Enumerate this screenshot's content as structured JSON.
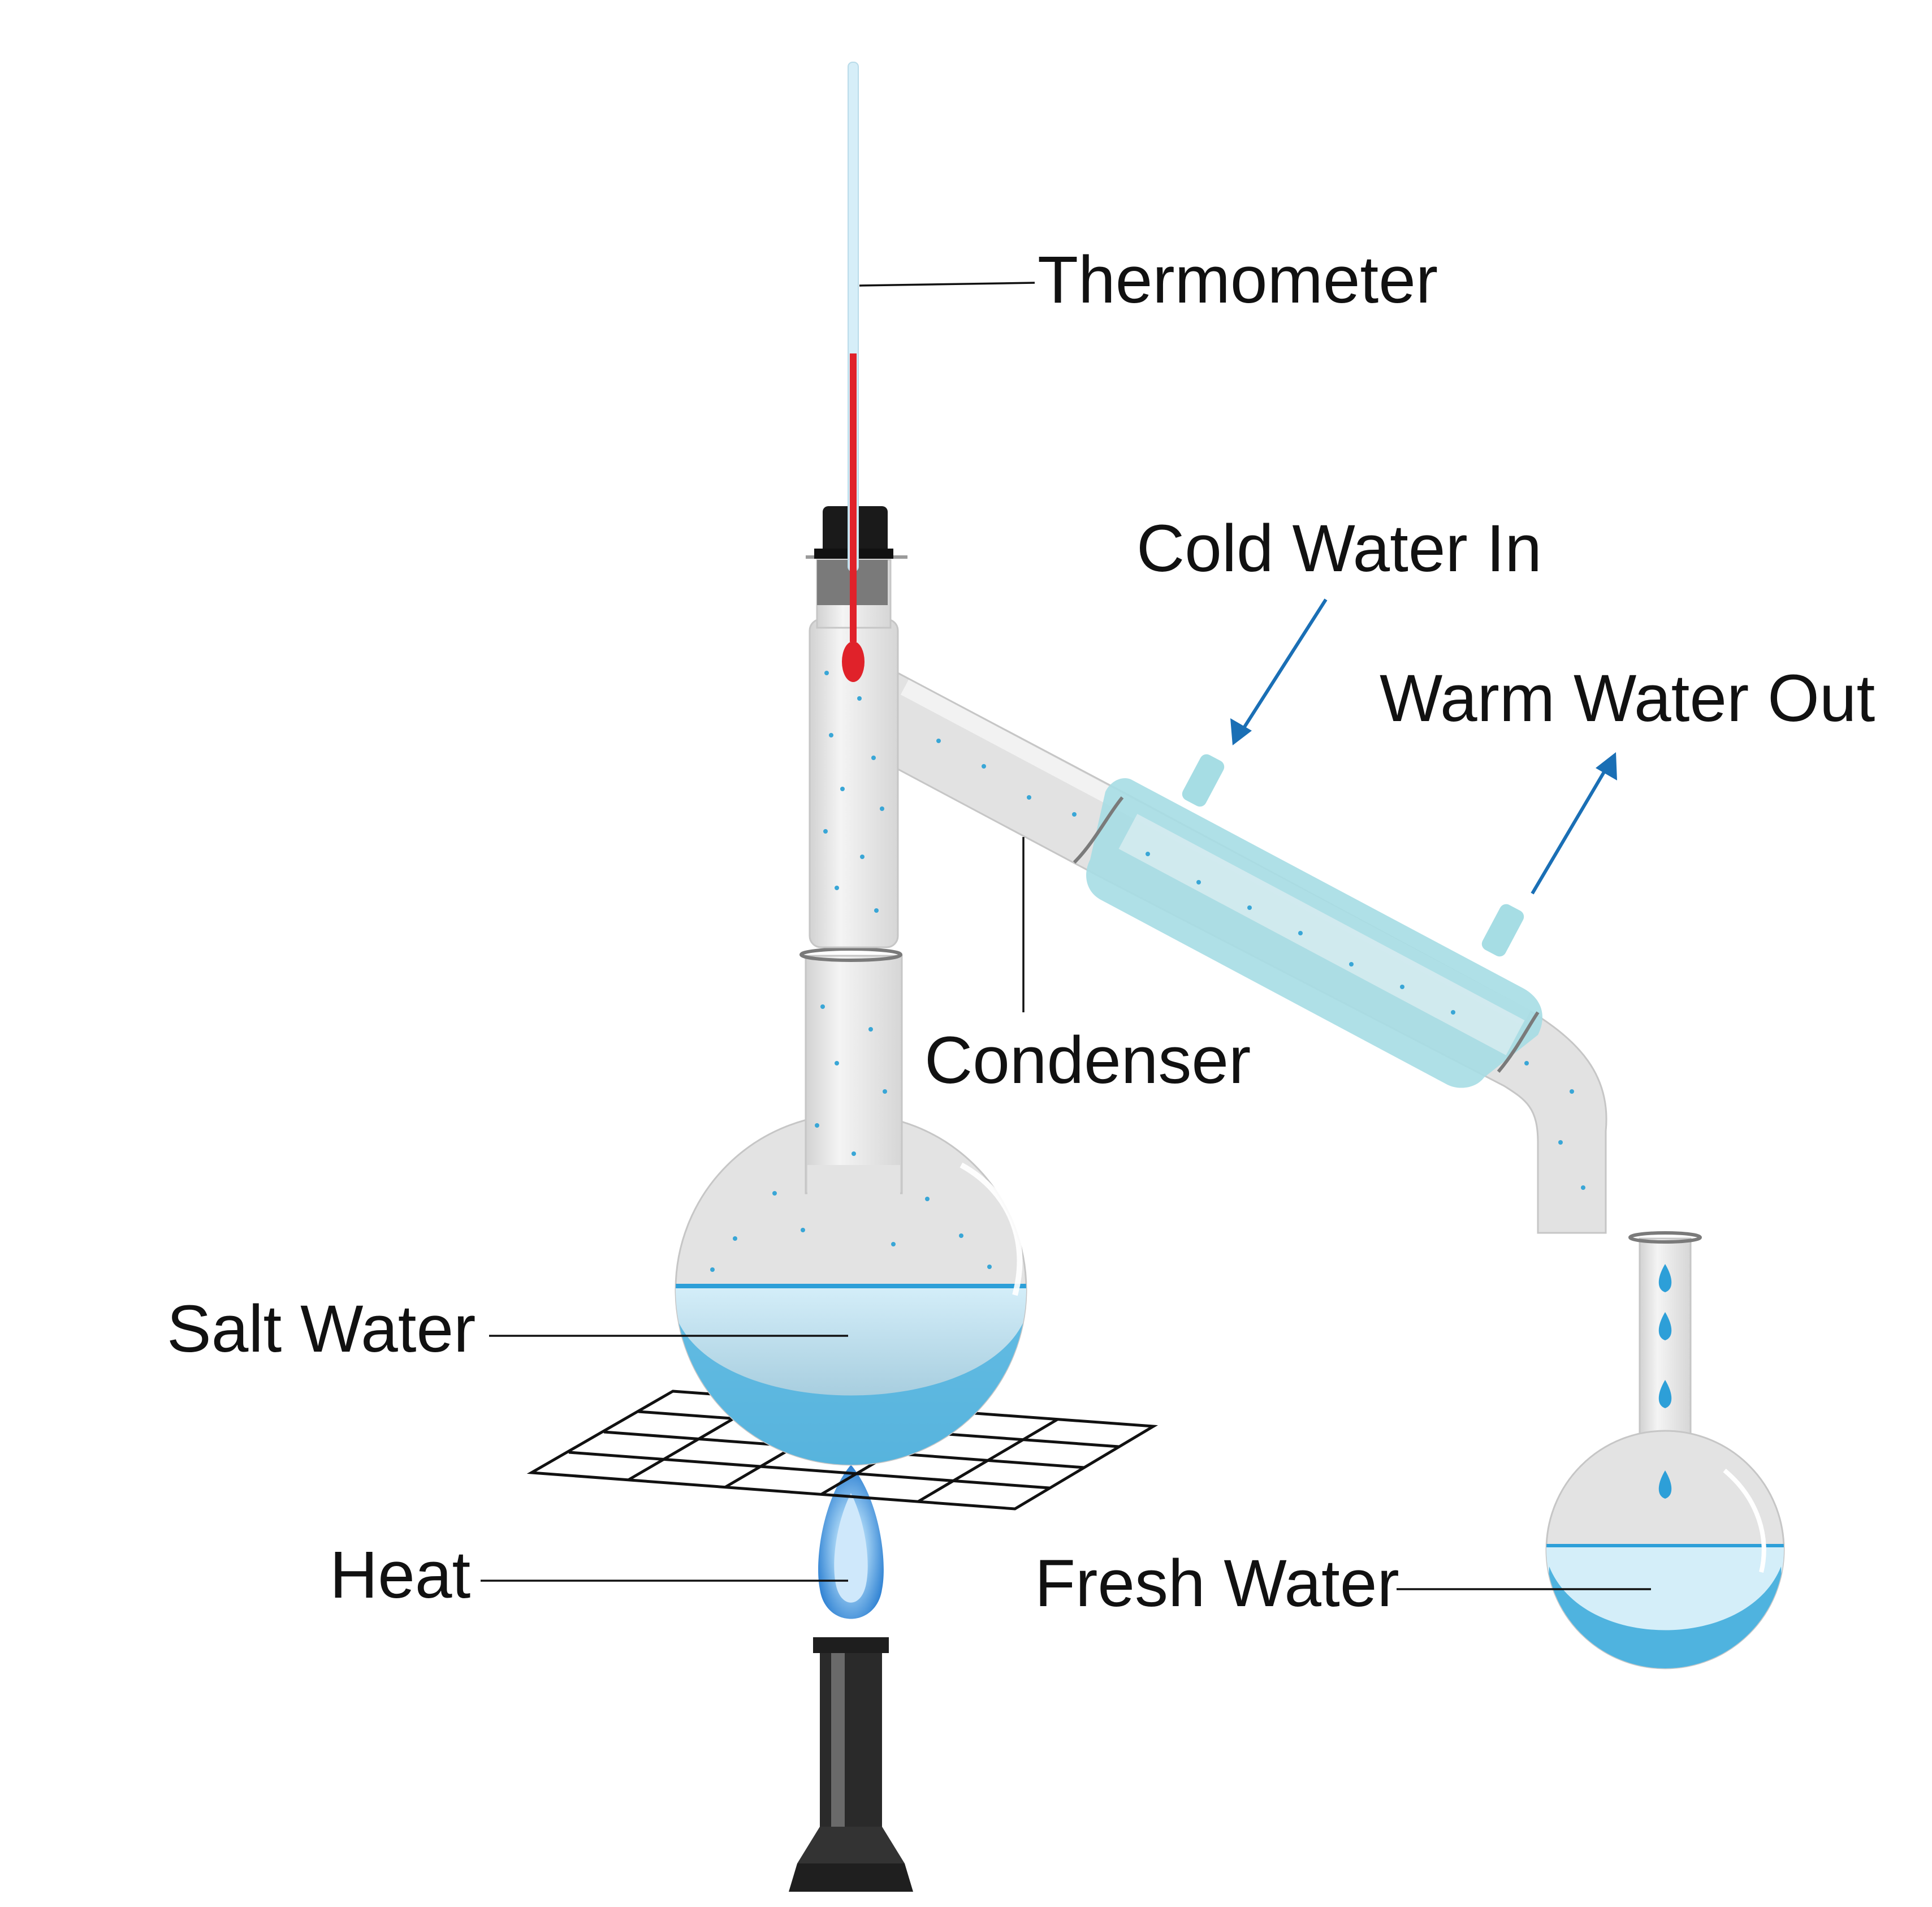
{
  "labels": {
    "thermometer": "Thermometer",
    "cold_water_in": "Cold Water In",
    "warm_water_out": "Warm Water Out",
    "condenser": "Condenser",
    "salt_water": "Salt Water",
    "heat": "Heat",
    "fresh_water": "Fresh Water"
  },
  "colors": {
    "water": "#5fc0e6",
    "coolant_jacket": "#a6dde4",
    "arrow": "#1a6fb5",
    "thermometer_liquid": "#e0222a",
    "flame": "#3a8fd8",
    "burner": "#2a2a2a"
  }
}
